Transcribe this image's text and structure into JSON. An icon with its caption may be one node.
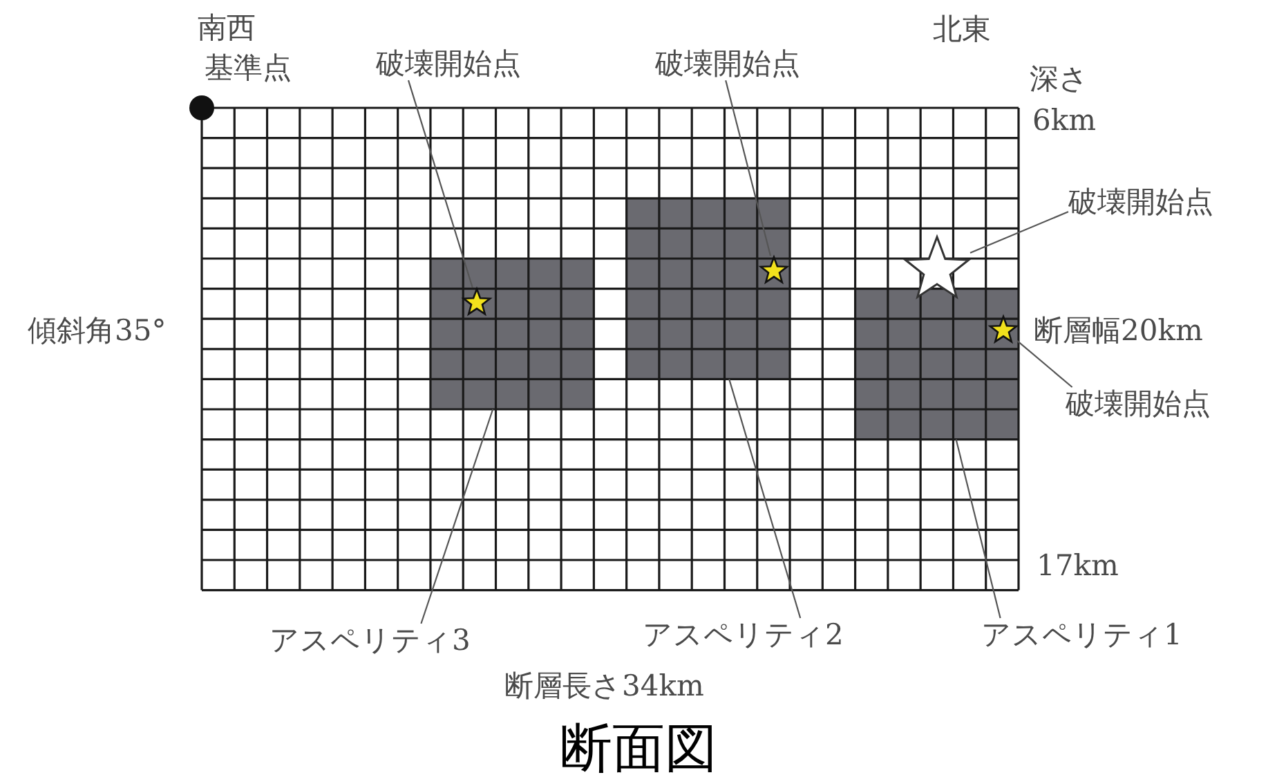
{
  "diagram": {
    "caption": "断面図",
    "nodes": [
      {
        "text": [
          "破壊開始点"
        ]
      },
      {
        "text": [
          "破壊開始点"
        ]
      },
      {
        "text": [
          "破壊開始点"
        ]
      },
      {
        "text": [],
        "shape": "box"
      },
      {
        "text": [],
        "shape": "star",
        "in": 3
      },
      {
        "text": [],
        "shape": "box"
      },
      {
        "text": [],
        "shape": "star",
        "in": 5
      },
      {
        "text": [],
        "shape": "star"
      },
      {
        "text": [],
        "shape": "box"
      },
      {
        "text": [],
        "shape": "star",
        "in": 8
      },
      {
        "text": [
          "破壊開始点"
        ]
      },
      {
        "text": [
          "アスペリティ3"
        ]
      },
      {
        "text": [
          "アスペリティ2"
        ]
      },
      {
        "text": [
          "アスペリティ1"
        ]
      }
    ],
    "edges": [
      {
        "from": 0,
        "to": 4,
        "arrow": "none"
      },
      {
        "from": 1,
        "to": 6,
        "arrow": "none"
      },
      {
        "from": 2,
        "to": 7,
        "arrow": "none"
      },
      {
        "from": 10,
        "to": 9,
        "arrow": "none"
      },
      {
        "from": 11,
        "to": 3,
        "arrow": "none"
      },
      {
        "from": 12,
        "to": 5,
        "arrow": "none"
      },
      {
        "from": 13,
        "to": 8,
        "arrow": "none"
      }
    ],
    "labels": [
      "南西",
      "基準点",
      "北東",
      "深さ",
      "6km",
      "傾斜角35°",
      "断層幅20km",
      "17km",
      "断層長さ34km"
    ]
  }
}
